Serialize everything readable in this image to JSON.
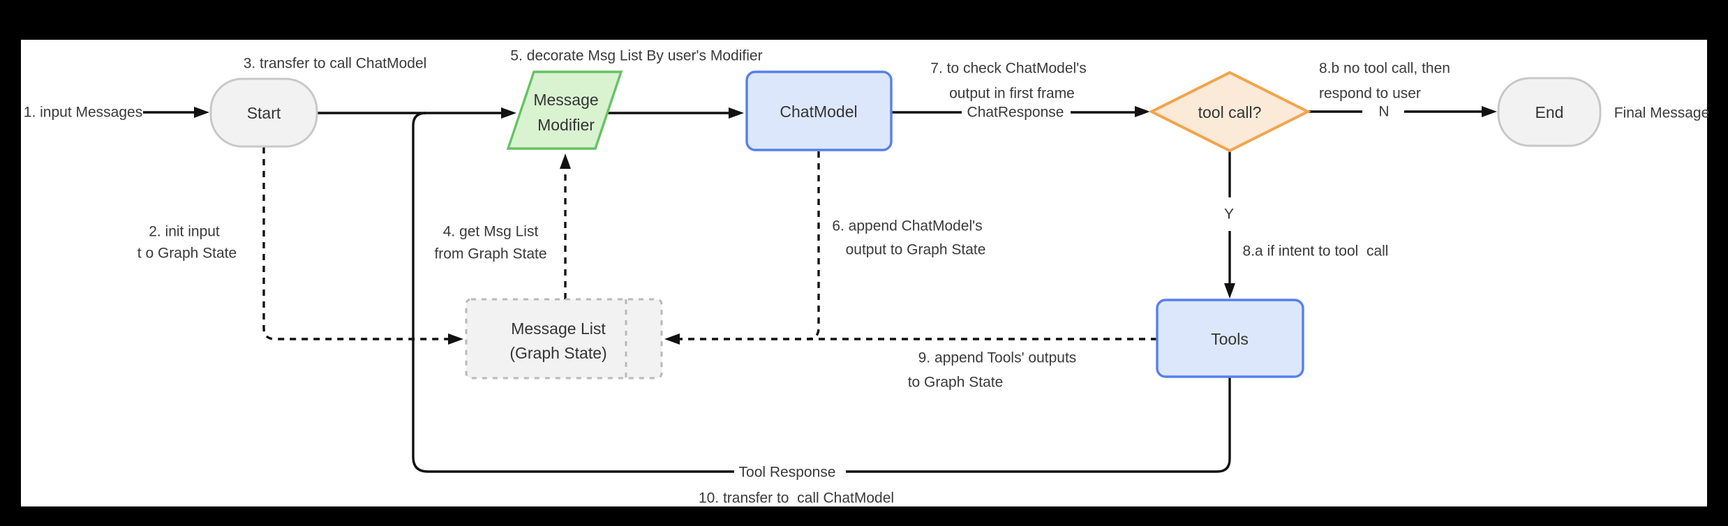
{
  "canvas": {
    "background": "#000000",
    "surface": "#ffffff"
  },
  "colors": {
    "edge": "#111111",
    "start_end_fill": "#f2f2f2",
    "start_end_stroke": "#c8c8c8",
    "modifier_fill": "#d9f2d0",
    "modifier_stroke": "#64c364",
    "model_fill": "#dde7fb",
    "model_stroke": "#5580ec",
    "decision_fill": "#fcead8",
    "decision_stroke": "#f2a44c",
    "state_fill": "#f2f2f2",
    "state_stroke": "#b9b9b9",
    "text": "#3a3a3a"
  },
  "nodes": {
    "start": {
      "label": "Start"
    },
    "message_modifier": {
      "line1": "Message",
      "line2": "Modifier"
    },
    "chat_model": {
      "label": "ChatModel"
    },
    "tool_call": {
      "label": "tool call?"
    },
    "tools": {
      "label": "Tools"
    },
    "end": {
      "label": "End"
    },
    "message_list": {
      "line1": "Message List",
      "line2": "(Graph State)"
    }
  },
  "edge_labels": {
    "input_messages": "1. input Messages",
    "init_input_line1": "2. init input",
    "init_input_line2": "t o Graph State",
    "transfer_call": "3. transfer to call ChatModel",
    "get_msg_line1": "4. get Msg List",
    "get_msg_line2": "from Graph State",
    "decorate": "5. decorate Msg List By user's Modifier",
    "append_model_line1": "6. append ChatModel's",
    "append_model_line2": "output to Graph State",
    "check_line1": "7. to check ChatModel's",
    "check_line2": "output in first frame",
    "chat_response": "ChatResponse",
    "no_tool_line1": "8.b no tool call, then",
    "no_tool_line2": "respond to user",
    "n": "N",
    "y": "Y",
    "intent_tool": "8.a if intent to tool  call",
    "append_tools_line1": "9. append Tools' outputs",
    "append_tools_line2": "to Graph State",
    "tool_response": "Tool Response",
    "transfer_back": "10. transfer to  call ChatModel",
    "final_message": "Final Message"
  }
}
